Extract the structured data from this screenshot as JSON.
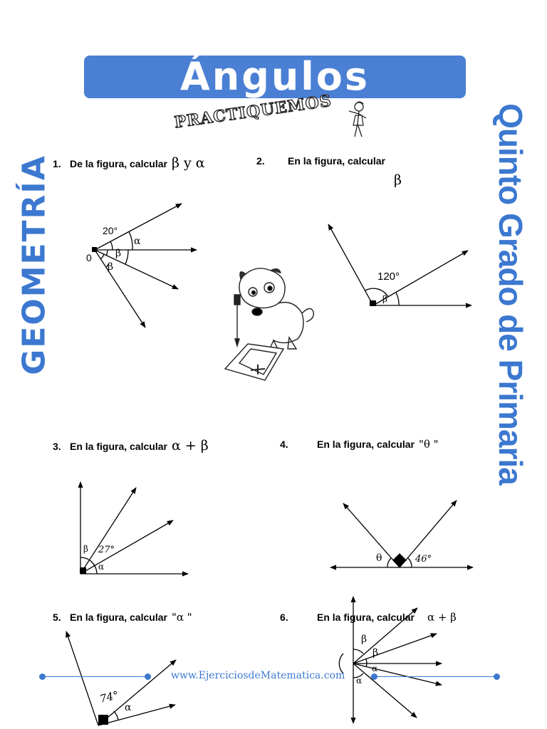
{
  "header": {
    "title": "Ángulos",
    "subtitle": "PRACTIQUEMOS"
  },
  "side": {
    "left": "GEOMETRÍA",
    "right": "Quinto Grado de Primaria"
  },
  "problems": [
    {
      "number": "1.",
      "text": "De la figura, calcular",
      "math": "β y α"
    },
    {
      "number": "2.",
      "text": "En la figura, calcular",
      "math": "β"
    },
    {
      "number": "3.",
      "text": "En la figura, calcular",
      "math": "α + β"
    },
    {
      "number": "4.",
      "text": "En la figura, calcular",
      "math": "\"θ \""
    },
    {
      "number": "5.",
      "text": "En la figura, calcular",
      "math": "\"α \""
    },
    {
      "number": "6.",
      "text": "En la figura, calcular",
      "math": "α + β"
    }
  ],
  "figures": {
    "fig1": {
      "angle_label": "20°",
      "origin_label": "0",
      "alpha": "α",
      "beta1": "β",
      "beta2": "β"
    },
    "fig2": {
      "angle_label": "120°",
      "beta": "β"
    },
    "fig3": {
      "angle_label": "27°",
      "alpha": "α",
      "beta": "β"
    },
    "fig4": {
      "angle_label": "46°",
      "theta": "θ"
    },
    "fig5": {
      "angle_label": "74°",
      "alpha": "α"
    },
    "fig6": {
      "alpha1": "α",
      "alpha2": "α",
      "beta1": "β",
      "beta2": "β"
    }
  },
  "footer": {
    "url": "www.EjerciciosdeMatematica.com"
  }
}
